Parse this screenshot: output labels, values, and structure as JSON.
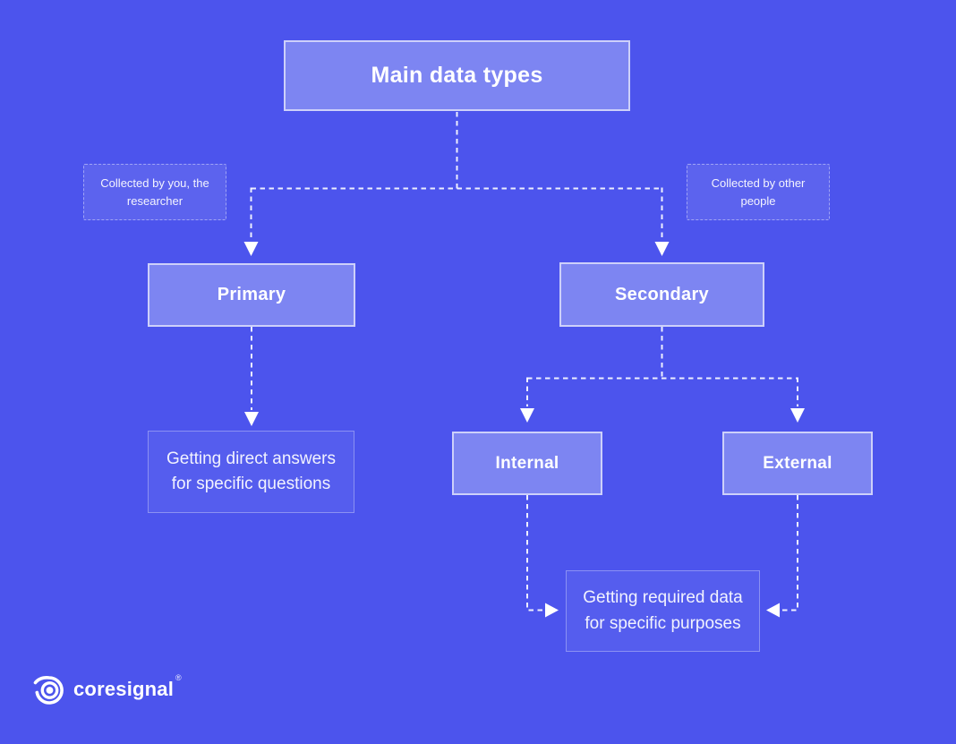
{
  "colors": {
    "background": "#4c54ed",
    "node_fill": "#7d85f2",
    "node_border": "#c6caf9",
    "connector": "#ffffff"
  },
  "nodes": {
    "root": {
      "label": "Main data types"
    },
    "primary": {
      "label": "Primary"
    },
    "secondary": {
      "label": "Secondary"
    },
    "internal": {
      "label": "Internal"
    },
    "external": {
      "label": "External"
    }
  },
  "outcomes": {
    "primary_outcome": {
      "line1": "Getting direct answers",
      "line2": "for specific questions"
    },
    "secondary_outcome": {
      "line1": "Getting required data",
      "line2": "for specific purposes"
    }
  },
  "notes": {
    "left": {
      "line1": "Collected by you, the",
      "line2": "researcher"
    },
    "right": {
      "line1": "Collected by other",
      "line2": "people"
    }
  },
  "logo": {
    "name": "coresignal",
    "registered": "®",
    "icon": "coresignal-spiral-icon"
  }
}
